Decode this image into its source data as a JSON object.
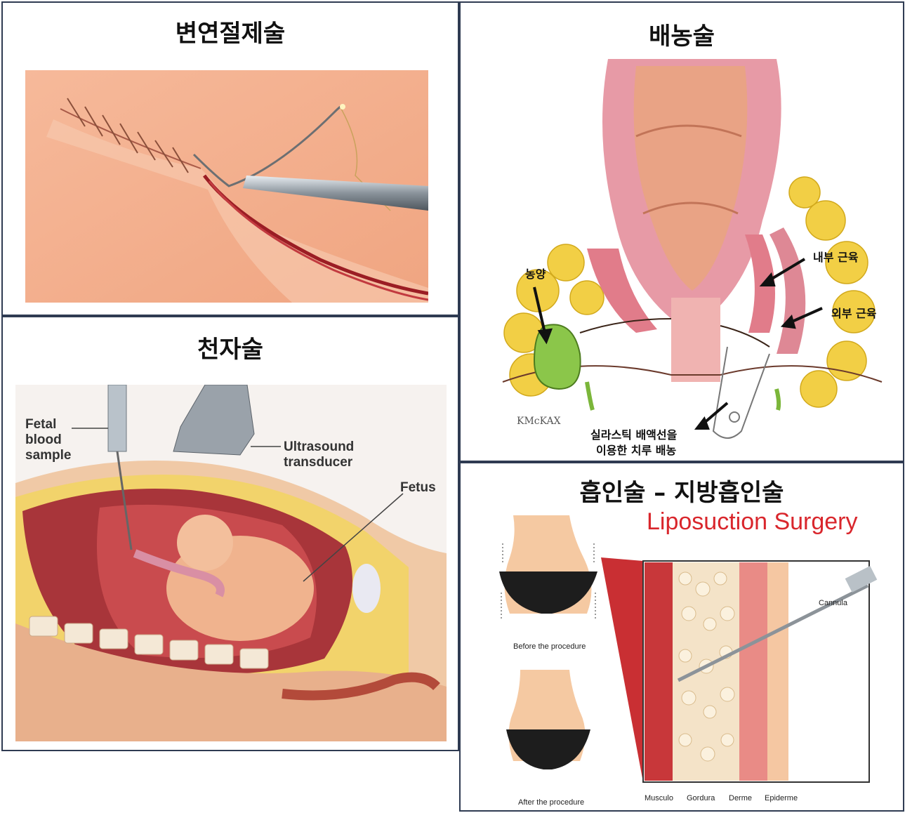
{
  "panels": {
    "debridement": {
      "title": "변연절제술"
    },
    "drainage": {
      "title": "배농술",
      "labels": {
        "abscess": "농양",
        "internal_muscle": "내부 근육",
        "external_muscle": "외부 근육",
        "seton_line1": "실라스틱 배액선을",
        "seton_line2": "이용한 치루 배농",
        "signature": "KMcKAX"
      }
    },
    "puncture": {
      "title": "천자술",
      "labels": {
        "fetal_1": "Fetal",
        "fetal_2": "blood",
        "fetal_3": "sample",
        "ultra_1": "Ultrasound",
        "ultra_2": "transducer",
        "fetus": "Fetus"
      }
    },
    "suction": {
      "title": "흡인술 – 지방흡인술",
      "labels": {
        "heading": "Liposuction Surgery",
        "before": "Before the procedure",
        "after": "After the procedure",
        "cannula": "Cannula",
        "musculo": "Musculo",
        "gordura": "Gordura",
        "derme": "Derme",
        "epiderme": "Epiderme"
      }
    }
  },
  "colors": {
    "border": "#2f3b52",
    "lipo_title": "#d9262c",
    "skin": "#f2b08f",
    "tissue_red": "#c8414a",
    "fat_yellow": "#f3d04a"
  }
}
